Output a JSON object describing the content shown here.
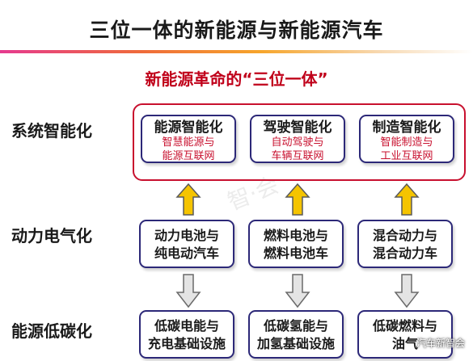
{
  "title": "三位一体的新能源与新能源汽车",
  "subtitle": "新能源革命的“三位一体”",
  "rows": [
    {
      "label": "系统智能化"
    },
    {
      "label": "动力电气化"
    },
    {
      "label": "能源低碳化"
    }
  ],
  "top_boxes": [
    {
      "main": "能源智能化",
      "sub1": "智慧能源与",
      "sub2": "能源互联网"
    },
    {
      "main": "驾驶智能化",
      "sub1": "自动驾驶与",
      "sub2": "车辆互联网"
    },
    {
      "main": "制造智能化",
      "sub1": "智能制造与",
      "sub2": "工业互联网"
    }
  ],
  "middle_boxes": [
    {
      "line1": "动力电池与",
      "line2": "纯电动汽车"
    },
    {
      "line1": "燃料电池与",
      "line2": "燃料电池车"
    },
    {
      "line1": "混合动力与",
      "line2": "混合动力车"
    }
  ],
  "bottom_boxes": [
    {
      "line1": "低碳电能与",
      "line2": "充电基础设施"
    },
    {
      "line1": "低碳氢能与",
      "line2": "加氢基础设施"
    },
    {
      "line1": "低碳燃料与",
      "line2": "油气"
    }
  ],
  "watermark": "智·会",
  "credit": "汽车新智会",
  "colors": {
    "frame_red": "#c8102e",
    "box_border": "#2c2878",
    "arrow_up_fill": "#f5c400",
    "arrow_down_fill": "#e4e4e4"
  }
}
